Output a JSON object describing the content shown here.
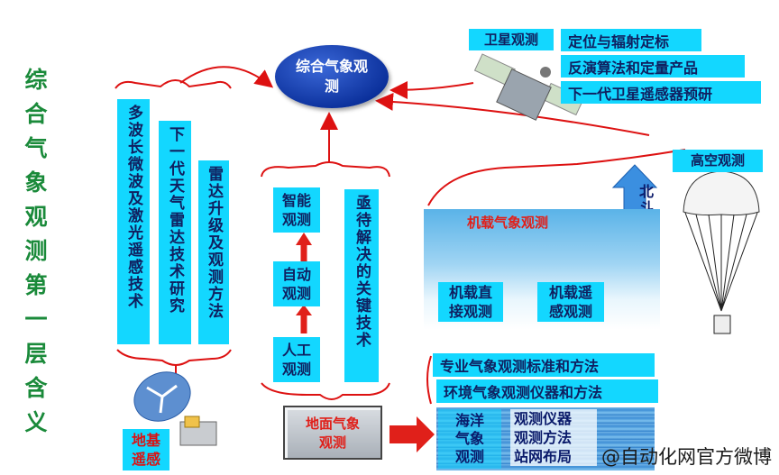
{
  "title_vertical": "综合气象观测第一层含义",
  "center_node": "综合气象观测",
  "satellite": {
    "label": "卫星观测",
    "items": [
      "定位与辐射定标",
      "反演算法和定量产品",
      "下一代卫星遥感器预研"
    ]
  },
  "high_altitude": {
    "label": "高空观测",
    "beidou": "北斗风云掩星观测"
  },
  "airborne": {
    "label": "机载气象观测",
    "direct": "机载直接观测",
    "remote": "机载遥感观测"
  },
  "remote_sensing_columns": [
    "多波长微波及激光遥感技术",
    "下一代天气雷达技术研究",
    "雷达升级及观测方法"
  ],
  "ground": {
    "label": "地面气象观测",
    "chain": [
      "智能观测",
      "自动观测",
      "人工观测"
    ],
    "pending": "亟待解决的关键技术"
  },
  "ground_remote": "地基遥感",
  "standards": [
    "专业气象观测标准和方法",
    "环境气象观测仪器和方法"
  ],
  "ocean": {
    "label": "海洋气象观测",
    "items": [
      "观测仪器",
      "观测方法",
      "站网布局"
    ]
  },
  "watermark": "@自动化网官方微博",
  "colors": {
    "box": "#13d7ff",
    "title": "#1a8a3a",
    "accent_red": "#e0201a",
    "oval": "#0a2f9a"
  }
}
